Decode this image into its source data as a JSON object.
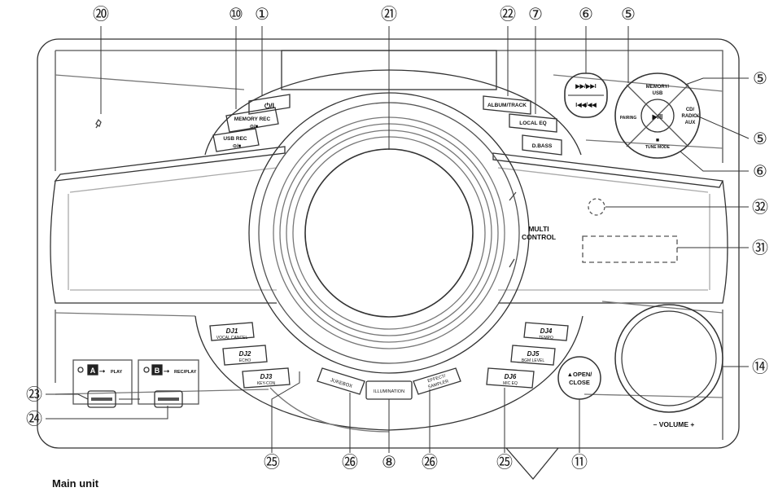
{
  "callouts": {
    "c1": "①",
    "c5": "⑤",
    "c6": "⑥",
    "c7": "⑦",
    "c8": "⑧",
    "c10": "⑩",
    "c11": "⑪",
    "c14": "⑭",
    "c20": "⑳",
    "c21": "㉑",
    "c22": "㉒",
    "c23": "㉓",
    "c24": "㉔",
    "c25": "㉕",
    "c26": "㉖",
    "c31": "㉛",
    "c32": "㉜"
  },
  "buttons": {
    "power": "⏻/I",
    "memory_rec_1": "MEMORY REC",
    "memory_rec_2": "⊙/■",
    "usb_rec_1": "USB REC",
    "usb_rec_2": "⊙/■",
    "album_track": "ALBUM/TRACK",
    "local_eq": "LOCAL EQ",
    "d_bass": "D.BASS",
    "skip_fwd": "▶▶/▶▶I",
    "skip_back": "I◀◀/◀◀",
    "memory_usb_1": "MEMORY/",
    "memory_usb_2": "USB",
    "cd_radio_1": "CD/",
    "cd_radio_2": "RADIO/",
    "cd_radio_3": "AUX",
    "pairing": "PAIRING",
    "play_pause": "▶/II",
    "stop": "■",
    "tune_mode": "TUNE MODE",
    "dj1": "DJ1",
    "dj1_sub": "VOCAL CANCEL",
    "dj2": "DJ2",
    "dj2_sub": "ECHO",
    "dj3": "DJ3",
    "dj3_sub": "KEY-CON",
    "dj4": "DJ4",
    "dj4_sub": "TEMPO",
    "dj5": "DJ5",
    "dj5_sub": "BGM LEVEL",
    "dj6": "DJ6",
    "dj6_sub": "MIC EQ",
    "jukebox": "JUKEBOX",
    "illumination": "ILLUMINATION",
    "effect_1": "EFFECT/",
    "effect_2": "SAMPLER",
    "open_close_1": "▲OPEN/",
    "open_close_2": "CLOSE"
  },
  "labels": {
    "multi_control_1": "MULTI",
    "multi_control_2": "CONTROL",
    "volume": "– VOLUME +",
    "port_a_letter": "A",
    "port_a_label": "PLAY",
    "port_b_letter": "B",
    "port_b_label": "REC/PLAY"
  },
  "caption": "Main unit"
}
